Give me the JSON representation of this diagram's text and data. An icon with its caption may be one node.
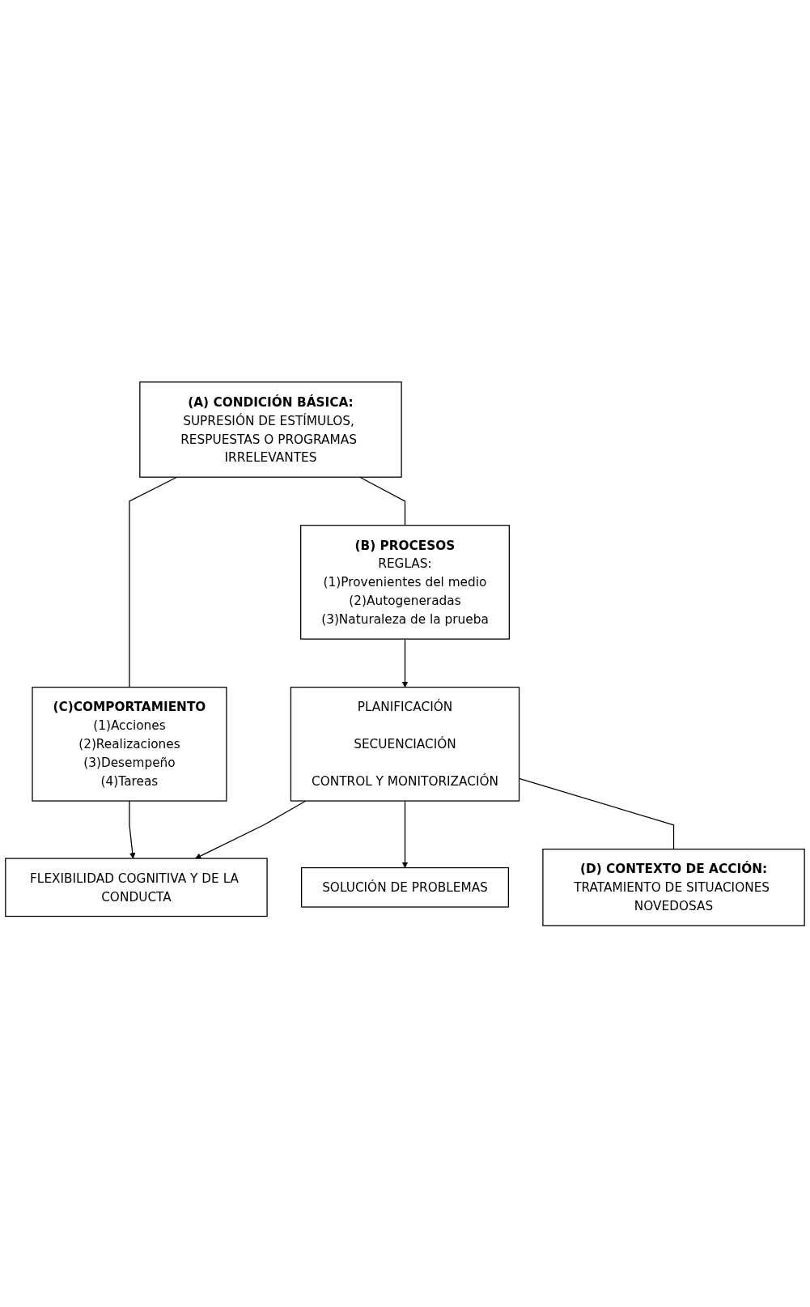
{
  "diagram": {
    "nodes": [
      {
        "text": [
          "(A) CONDICIÓN BÁSICA:",
          "SUPRESIÓN DE ESTÍMULOS, RESPUESTAS O PROGRAMAS IRRELEVANTES"
        ]
      },
      {
        "text": [
          "(B) PROCESOS",
          "REGLAS:",
          "(1)Provenientes del medio",
          "(2)Autogeneradas",
          "(3)Naturaleza de la prueba"
        ]
      },
      {
        "text": [
          "(C)COMPORTAMIENTO",
          "(1)Acciones",
          "(2)Realizaciones",
          "(3)Desempeño",
          "(4)Tareas"
        ]
      },
      {
        "text": [
          "PLANIFICACIÓN",
          "SECUENCIACIÓN",
          "CONTROL Y MONITORIZACIÓN"
        ]
      },
      {
        "text": [
          "FLEXIBILIDAD COGNITIVA Y DE LA CONDUCTA"
        ]
      },
      {
        "text": [
          "SOLUCIÓN DE PROBLEMAS"
        ]
      },
      {
        "text": [
          "(D) CONTEXTO DE ACCIÓN:",
          "TRATAMIENTO DE SITUACIONES NOVEDOSAS"
        ]
      }
    ],
    "edges": [
      {
        "from": 0,
        "to": 1,
        "arrow": "none"
      },
      {
        "from": 0,
        "to": 2,
        "arrow": "none"
      },
      {
        "from": 1,
        "to": 3,
        "arrow": "to"
      },
      {
        "from": 2,
        "to": 4,
        "arrow": "to"
      },
      {
        "from": 3,
        "to": 4,
        "arrow": "to"
      },
      {
        "from": 3,
        "to": 5,
        "arrow": "to"
      },
      {
        "from": 3,
        "to": 6,
        "arrow": "none"
      }
    ]
  }
}
